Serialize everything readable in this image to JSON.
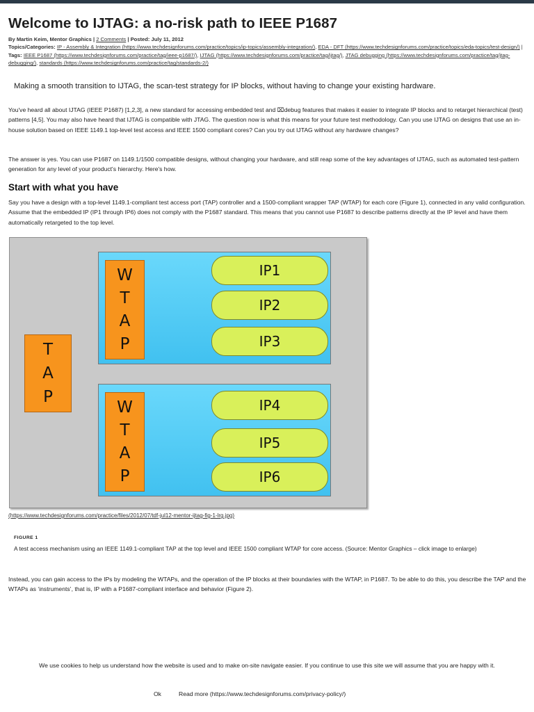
{
  "article": {
    "title": "Welcome to IJTAG: a no-risk path to IEEE P1687",
    "byline": {
      "by": "By Martin Keim, Mentor Graphics | ",
      "comments": "2 Comments",
      "posted": " | Posted: July 11, 2012"
    },
    "topics_label": "Topics/Categories:",
    "topics": [
      {
        "text": "IP - Assembly & Integration",
        "url": " (https://www.techdesignforums.com/practice/topics/ip-topics/assembly-integration/)"
      },
      {
        "text": "EDA - DFT",
        "url": " (https://www.techdesignforums.com/practice/topics/eda-topics/test-design/)"
      }
    ],
    "tags_label": "Tags:",
    "tags": [
      {
        "text": "IEEE P1687",
        "url": " (https://www.techdesignforums.com/practice/tag/ieee-p1687/)"
      },
      {
        "text": "IJTAG",
        "url": " (https://www.techdesignforums.com/practice/tag/ijtag/)"
      },
      {
        "text": "JTAG debugging",
        "url": " (https://www.techdesignforums.com/practice/tag/jtag-debugging/)"
      },
      {
        "text": "standards",
        "url": " (https://www.techdesignforums.com/practice/tag/standards-2/)"
      }
    ],
    "lead": "Making a smooth transition to IJTAG, the scan-test strategy for IP blocks, without having to change your existing hardware.",
    "para1": "You've heard all about IJTAG (IEEE P1687) [1,2,3], a new standard for accessing embedded test and ⌧debug features that makes it easier to integrate IP blocks and to retarget hierarchical (test) patterns [4,5]. You may also have heard that IJTAG is compatible with JTAG. The question now is what this means for your future test methodology. Can you use IJTAG on designs that use an in-house solution based on IEEE 1149.1 top-level test access and IEEE 1500 compliant cores? Can you try out IJTAG without any hardware changes?",
    "para2": "The answer is yes. You can use P1687 on 1149.1/1500 compatible designs, without changing your hardware, and still reap some of the key advantages of IJTAG, such as automated test-pattern generation for any level of your product's hierarchy. Here's how.",
    "heading1": "Start with what you have",
    "para3": "Say you have a design with a top-level 1149.1-compliant test access port (TAP) controller and a 1500-compliant wrapper TAP (WTAP) for each core (Figure 1), connected in any valid configuration. Assume that the embedded IP (IP1 through IP6) does not comply with the P1687 standard. This means that you cannot use P1687 to describe patterns directly at the IP level and have them automatically retargeted to the top level.",
    "figure": {
      "tap_label": "TAP",
      "wtap_label": "WTAP",
      "ips": [
        "IP1",
        "IP2",
        "IP3",
        "IP4",
        "IP5",
        "IP6"
      ],
      "link": "(https://www.techdesignforums.com/practice/files/2012/07/tdf-jul12-mentor-ijtag-fig-1-lrg.jpg)",
      "label": "FIGURE 1",
      "caption": "A test access mechanism using an IEEE 1149.1-compliant TAP at the top level and IEEE 1500 compliant WTAP for core access. (Source: Mentor Graphics – click image to enlarge)"
    },
    "para4": "Instead, you can gain access to the IPs by modeling the WTAPs, and the operation of the IP blocks at their boundaries with the WTAP, in P1687. To be able to do this, you describe the TAP and the WTAPs as ‘instruments’, that is, IP with a P1687-compliant interface and behavior (Figure 2)."
  },
  "cookie": {
    "text": "We use cookies to help us understand how the website is used and to make on-site navigate easier. If you continue to use this site we will assume that you are happy with it.",
    "ok": "Ok",
    "read_more": "Read more (https://www.techdesignforums.com/privacy-policy/)"
  },
  "colors": {
    "top_bar": "#2b3a47",
    "tap_orange": "#f7941d",
    "core_blue": "#41c1f0",
    "ip_green": "#d9f05a",
    "figure_bg": "#c9c9c9"
  }
}
